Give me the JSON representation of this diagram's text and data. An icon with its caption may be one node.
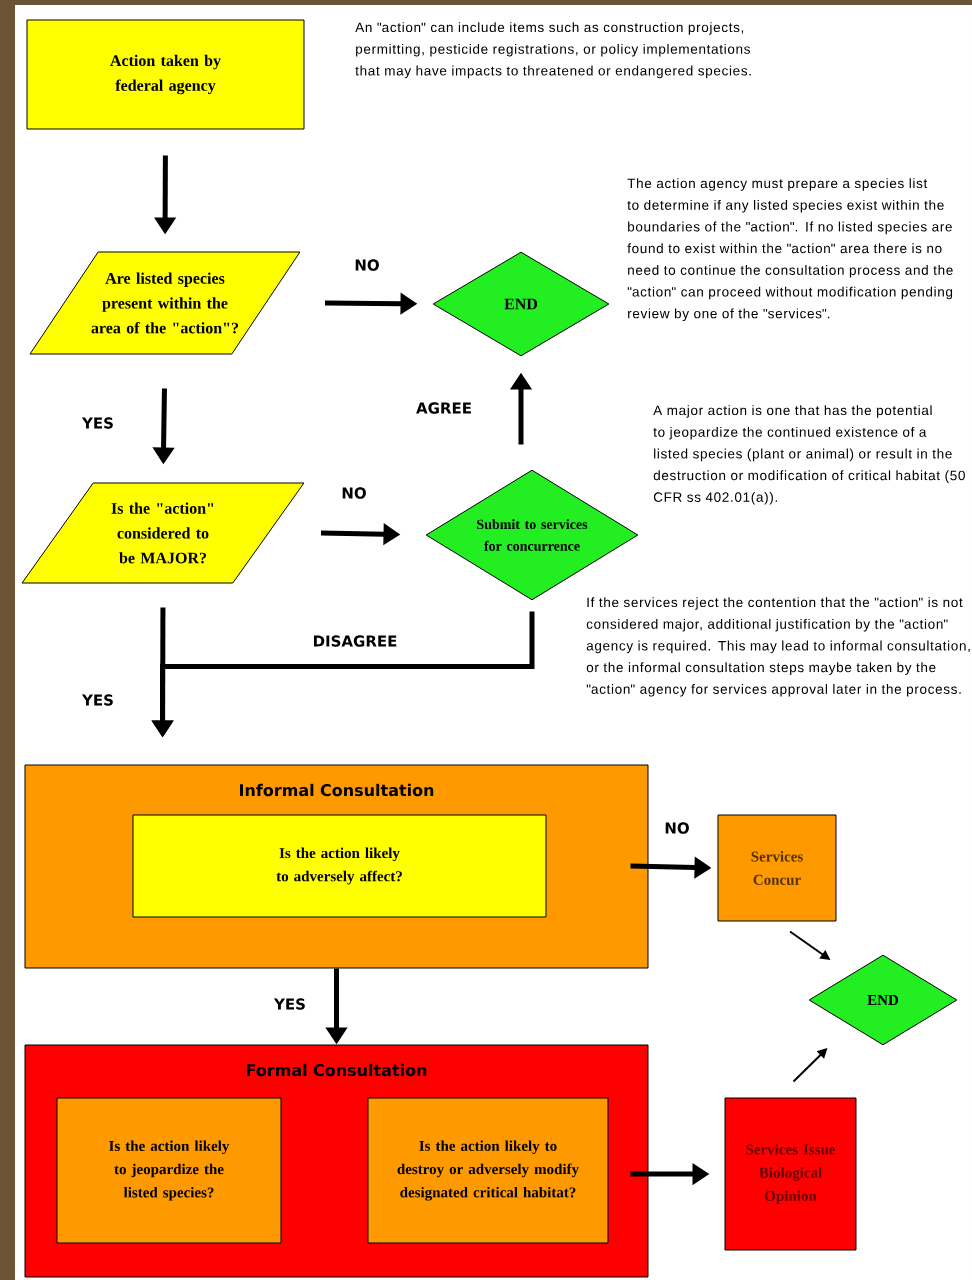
{
  "diagram": {
    "nodes": [
      {
        "text": [
          "Action taken by federal agency"
        ]
      },
      {
        "text": [
          "Are listed species present within the area of the \"action\"?"
        ]
      },
      {
        "text": [
          "END"
        ]
      },
      {
        "text": [
          "Is the \"action\" considered to be MAJOR?"
        ]
      },
      {
        "text": [
          "Submit to services for concurrence"
        ]
      },
      {
        "text": [
          "Informal Consultation"
        ]
      },
      {
        "text": [
          "Is the action likely to adversely affect?"
        ],
        "in": 5
      },
      {
        "text": [
          "Services Concur"
        ]
      },
      {
        "text": [
          "END"
        ]
      },
      {
        "text": [
          "Formal Consultation"
        ]
      },
      {
        "text": [
          "Is the action likely to jeopardize the listed species?"
        ],
        "in": 9
      },
      {
        "text": [
          "Is the action likely to destroy or adversely modify designated critical habitat?"
        ],
        "in": 9
      },
      {
        "text": [
          "Services Issue Biological Opinion"
        ]
      }
    ],
    "edges": [
      {
        "from": 0,
        "to": 1,
        "arrow": "to"
      },
      {
        "from": 1,
        "to": 2,
        "arrow": "to",
        "label": "NO"
      },
      {
        "from": 1,
        "to": 3,
        "arrow": "to",
        "label": "YES"
      },
      {
        "from": 3,
        "to": 4,
        "arrow": "to",
        "label": "NO"
      },
      {
        "from": 4,
        "to": 2,
        "arrow": "to",
        "label": "AGREE"
      },
      {
        "from": 4,
        "to": 5,
        "arrow": "to",
        "label": "DISAGREE"
      },
      {
        "from": 3,
        "to": 5,
        "arrow": "to",
        "label": "YES"
      },
      {
        "from": 5,
        "to": 7,
        "arrow": "to",
        "label": "NO"
      },
      {
        "from": 5,
        "to": 9,
        "arrow": "to",
        "label": "YES"
      },
      {
        "from": 9,
        "to": 12,
        "arrow": "to"
      },
      {
        "from": 7,
        "to": 8,
        "arrow": "to"
      },
      {
        "from": 12,
        "to": 8,
        "arrow": "to"
      }
    ],
    "labels": [
      "An \"action\" can include items such as construction projects, permitting, pesticide registrations, or policy implementations that may have impacts to threatened or endangered species.",
      "The action agency must prepare a species list to determine if any listed species exist within the boundaries of the \"action\". If no listed species are found to exist within the \"action\" area there is no need to continue the consultation process and the \"action\" can proceed without modification pending review by one of the \"services\".",
      "A major action is one that has the potential to jeopardize the continued existence of a listed species (plant or animal) or result in the destruction or modification of critical habitat (50 CFR ss 402.01(a)).",
      "If the services reject the contention that the \"action\" is not considered major, additional justification by the \"action\" agency is required. This may lead to informal consultation, or the informal consultation steps maybe taken by the \"action\" agency for services approval later in the process."
    ]
  }
}
